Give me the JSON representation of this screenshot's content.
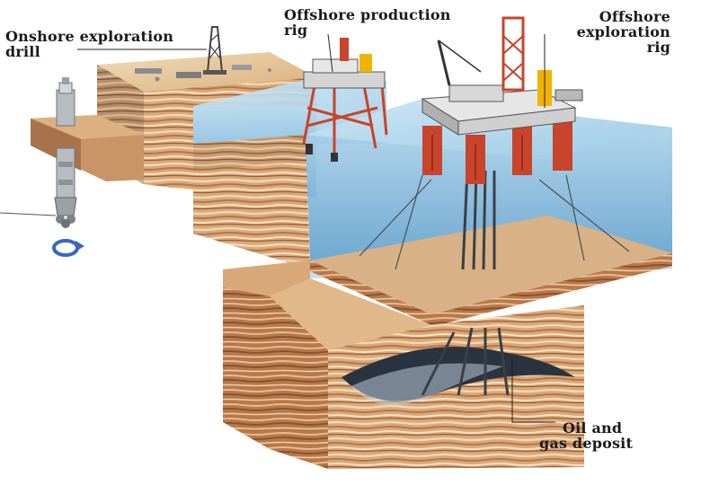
{
  "labels": {
    "onshore": {
      "line1": "Onshore exploration",
      "line2": "drill"
    },
    "production": {
      "line1": "Offshore production",
      "line2": "rig"
    },
    "exploration": {
      "line1": "Offshore",
      "line2": "exploration",
      "line3": "rig"
    },
    "deposit": {
      "line1": "Oil and",
      "line2": "gas deposit"
    }
  },
  "colors": {
    "sea": "#8fc3e3",
    "sea_dark": "#5f9fcc",
    "rock_light": "#e9c9a0",
    "rock_mid": "#c98b55",
    "rock_dark": "#8a5330",
    "rig_red": "#c8442a",
    "rig_white": "#e8e8e8",
    "oil": "#2a3340"
  },
  "icons": {
    "onshore_drill": "onshore-derrick-icon",
    "drill_bit": "drill-bit-icon",
    "rotation": "rotation-arrow-icon",
    "production_rig": "production-platform-icon",
    "exploration_rig": "exploration-platform-icon",
    "deposit": "oil-gas-deposit-icon"
  }
}
